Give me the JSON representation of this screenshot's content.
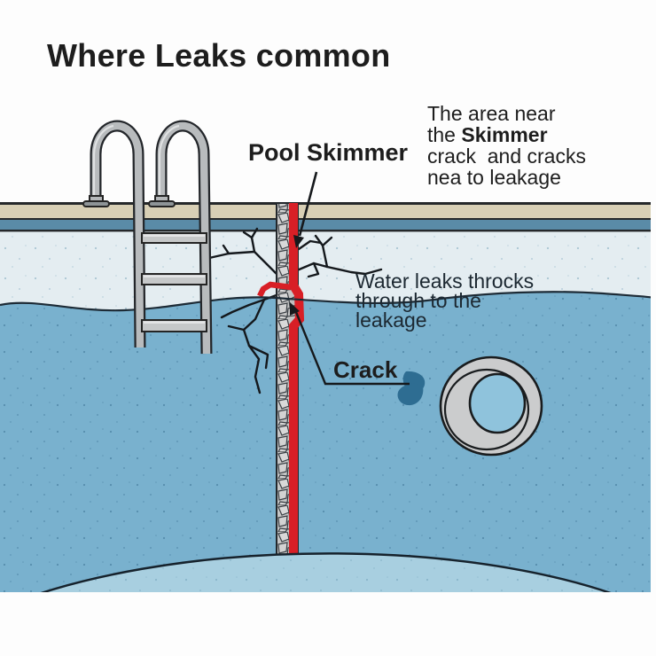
{
  "title": "Where Leaks common",
  "labels": {
    "pool_skimmer": "Pool Skimmer",
    "crack": "Crack"
  },
  "annotations": {
    "skimmer_note": {
      "before": "The area near\nthe ",
      "bold": "Skimmer",
      "after": "\ncrack  and cracks\nnea to leakage"
    },
    "leak_note": "Water leaks throcks\nthrough to the\nleakage"
  },
  "colors": {
    "crack_red": "#d81f26",
    "deck_tan": "#d8cfb5",
    "tile_blue": "#5a8ba7",
    "wall_pale": "#e4edf1",
    "water_deep": "#79b1ce",
    "floor_light": "#a8cfe0",
    "metal_gray": "#b8bbbd",
    "droplet_blue": "#2e6d92",
    "outline_dark": "#23262a"
  },
  "icons": {
    "drain_pipe": "pipe-ring",
    "water_drop": "droplet"
  }
}
